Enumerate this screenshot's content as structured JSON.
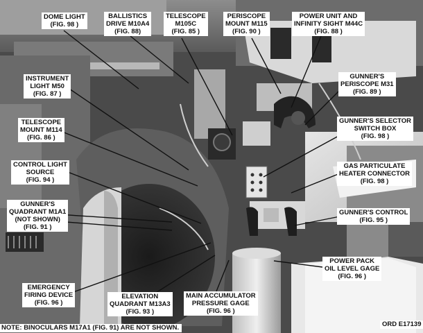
{
  "callouts": {
    "dome_light": {
      "line1": "DOME LIGHT",
      "line2": "(FIG. 98 )"
    },
    "ballistics_drive": {
      "line1": "BALLISTICS",
      "line2": "DRIVE M10A4",
      "line3": "(FIG. 88)"
    },
    "telescope_m105c": {
      "line1": "TELESCOPE",
      "line2": "M105C",
      "line3": "(FIG. 85 )"
    },
    "periscope_mount": {
      "line1": "PERISCOPE",
      "line2": "MOUNT M115",
      "line3": "(FIG. 90 )"
    },
    "power_unit": {
      "line1": "POWER UNIT AND",
      "line2": "INFINITY SIGHT M44C",
      "line3": "(FIG. 88 )"
    },
    "instrument_light": {
      "line1": "INSTRUMENT",
      "line2": "LIGHT M50",
      "line3": "(FIG. 87 )"
    },
    "gunners_periscope": {
      "line1": "GUNNER'S",
      "line2": "PERISCOPE M31",
      "line3": "(FIG. 89 )"
    },
    "telescope_mount": {
      "line1": "TELESCOPE",
      "line2": "MOUNT M114",
      "line3": "(FIG. 86 )"
    },
    "selector_switch": {
      "line1": "GUNNER'S SELECTOR",
      "line2": "SWITCH BOX",
      "line3": "(FIG. 98 )"
    },
    "control_light": {
      "line1": "CONTROL LIGHT",
      "line2": "SOURCE",
      "line3": "(FIG. 94 )"
    },
    "gas_particulate": {
      "line1": "GAS PARTICULATE",
      "line2": "HEATER CONNECTOR",
      "line3": "(FIG.  98  )"
    },
    "gunners_quadrant": {
      "line1": "GUNNER'S",
      "line2": "QUADRANT M1A1",
      "line3": "(NOT SHOWN)",
      "line4": "(FIG. 91 )"
    },
    "gunners_control": {
      "line1": "GUNNER'S CONTROL",
      "line2": "(FIG. 95 )"
    },
    "power_pack": {
      "line1": "POWER PACK",
      "line2": "OIL LEVEL GAGE",
      "line3": "(FIG. 96 )"
    },
    "emergency_firing": {
      "line1": "EMERGENCY",
      "line2": "FIRING DEVICE",
      "line3": "(FIG. 96 )"
    },
    "elevation_quadrant": {
      "line1": "ELEVATION",
      "line2": "QUADRANT M13A3",
      "line3": "(FIG. 93 )"
    },
    "main_accumulator": {
      "line1": "MAIN ACCUMULATOR",
      "line2": "PRESSURE GAGE",
      "line3": "(FIG. 96 )"
    }
  },
  "note": "NOTE: BINOCULARS M17A1 (FIG. 91) ARE NOT SHOWN.",
  "figure_id": "ORD E17139"
}
